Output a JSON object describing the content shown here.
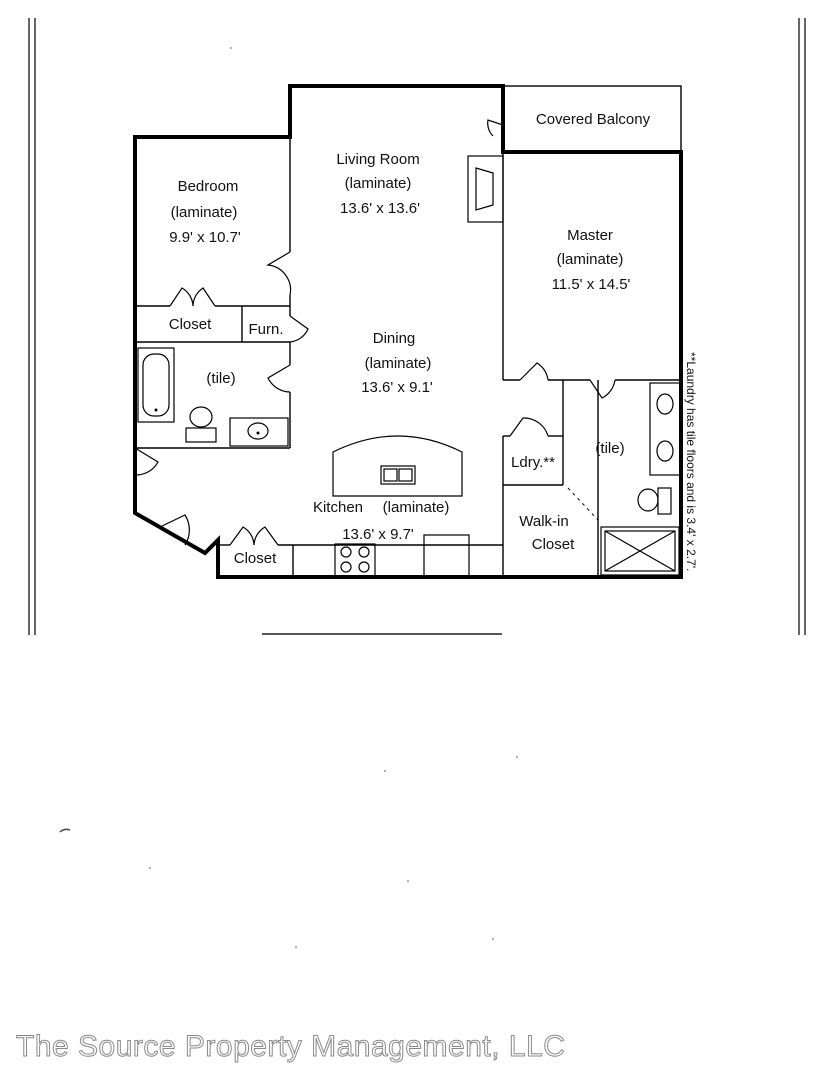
{
  "rooms": {
    "covered_balcony": {
      "name": "Covered Balcony"
    },
    "living_room": {
      "name": "Living Room",
      "floor": "(laminate)",
      "size": "13.6' x 13.6'"
    },
    "bedroom": {
      "name": "Bedroom",
      "floor": "(laminate)",
      "size": "9.9' x 10.7'"
    },
    "master": {
      "name": "Master",
      "floor": "(laminate)",
      "size": "11.5' x 14.5'"
    },
    "bedroom_closet": {
      "name": "Closet"
    },
    "furnace": {
      "name": "Furn."
    },
    "dining": {
      "name": "Dining",
      "floor": "(laminate)",
      "size": "13.6' x 9.1'"
    },
    "hall_bath": {
      "floor": "(tile)"
    },
    "master_bath": {
      "floor": "(tile)"
    },
    "laundry": {
      "name": "Ldry.**"
    },
    "kitchen": {
      "name": "Kitchen",
      "floor": "(laminate)",
      "size": "13.6' x 9.7'"
    },
    "walk_in_closet": {
      "name": "Walk-in",
      "name2": "Closet"
    },
    "entry_closet": {
      "name": "Closet"
    }
  },
  "laundry_note": "**Laundry has tile floors and is 3.4' x 2.7'.",
  "watermark": "The Source Property Management, LLC"
}
